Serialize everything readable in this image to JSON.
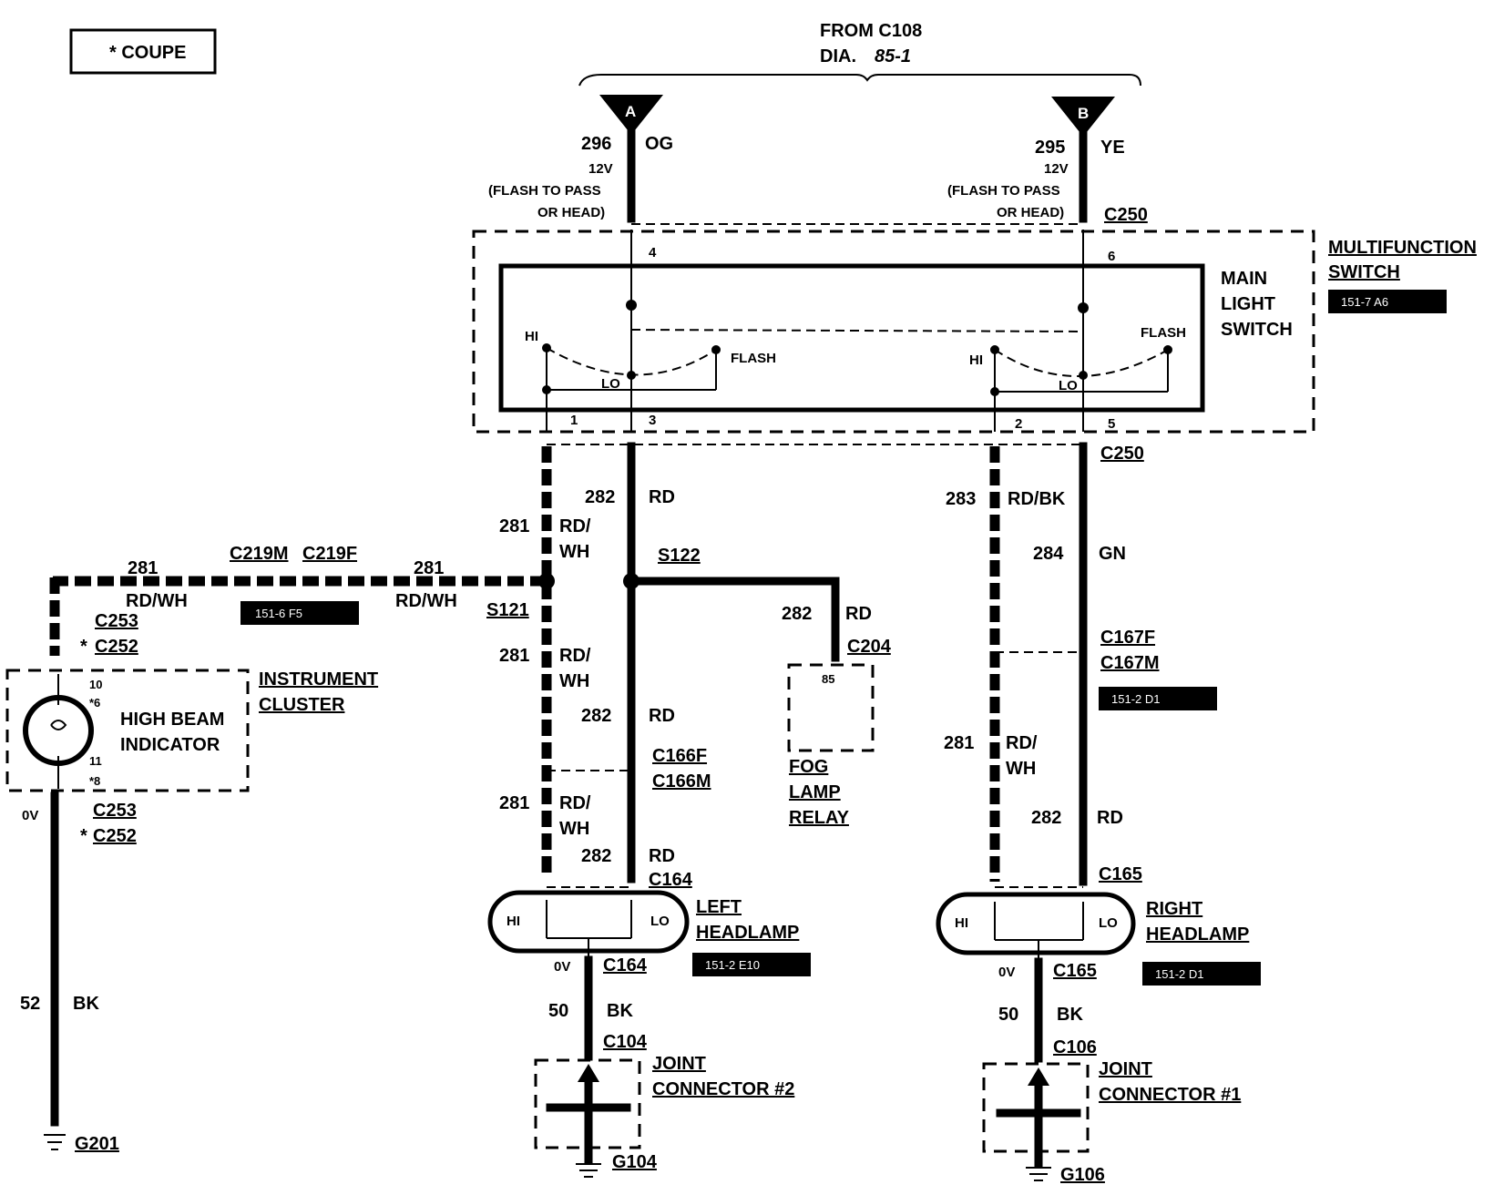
{
  "legend": {
    "label": "* COUPE"
  },
  "source": {
    "line1": "FROM C108",
    "line2": "DIA.",
    "line2_ref": "85-1"
  },
  "connectors": {
    "a": {
      "letter": "A",
      "circuit": "296",
      "color": "OG",
      "voltage": "12V",
      "note1": "(FLASH TO PASS",
      "note2": "OR HEAD)"
    },
    "b": {
      "letter": "B",
      "circuit": "295",
      "color": "YE",
      "voltage": "12V",
      "note1": "(FLASH TO PASS",
      "note2": "OR HEAD)"
    },
    "c250_top": "C250",
    "c250_bottom": "C250"
  },
  "multifunction_switch": {
    "label1": "MULTIFUNCTION",
    "label2": "SWITCH",
    "ref": "151-7 A6",
    "main_light_switch": [
      "MAIN",
      "LIGHT",
      "SWITCH"
    ],
    "left": {
      "hi": "HI",
      "lo": "LO",
      "flash": "FLASH"
    },
    "right": {
      "hi": "HI",
      "lo": "LO",
      "flash": "FLASH"
    },
    "pins": {
      "p4": "4",
      "p6": "6",
      "p1": "1",
      "p3": "3",
      "p2": "2",
      "p5": "5"
    }
  },
  "left_wires": {
    "w281a_num": "281",
    "w281a_col1": "RD/",
    "w281a_col2": "WH",
    "w282a_num": "282",
    "w282a_col": "RD",
    "s121": "S121",
    "s122": "S122",
    "w281b_num": "281",
    "w281b_col1": "RD/",
    "w281b_col2": "WH",
    "w282b_num": "282",
    "w282b_col": "RD",
    "c166f": "C166F",
    "c166m": "C166M",
    "w281c_num": "281",
    "w281c_col1": "RD/",
    "w281c_col2": "WH",
    "w282c_num": "282",
    "w282c_col": "RD",
    "c164_top": "C164"
  },
  "horizontal_281": {
    "num_left": "281",
    "num_right": "281",
    "col_left": "RD/WH",
    "col_right": "RD/WH",
    "c219m": "C219M",
    "c219f": "C219F",
    "ref": "151-6 F5"
  },
  "fog_branch": {
    "num": "282",
    "col": "RD",
    "c204": "C204",
    "pin": "85",
    "label": [
      "FOG",
      "LAMP",
      "RELAY"
    ]
  },
  "cluster": {
    "label1": "INSTRUMENT",
    "label2": "CLUSTER",
    "indicator1": "HIGH BEAM",
    "indicator2": "INDICATOR",
    "c253_top": "C253",
    "c252_top": "C252",
    "star": "*",
    "pin10": "10",
    "pin6": "*6",
    "pin11": "11",
    "pin8": "*8",
    "zero_v": "0V",
    "c253_bottom": "C253",
    "c252_bottom": "C252",
    "ground_num": "52",
    "ground_col": "BK",
    "ground": "G201"
  },
  "left_headlamp": {
    "hi": "HI",
    "lo": "LO",
    "label1": "LEFT",
    "label2": "HEADLAMP",
    "ref": "151-2 E10",
    "zero_v": "0V",
    "c164": "C164",
    "w_num": "50",
    "w_col": "BK",
    "c104": "C104",
    "jc1": "JOINT",
    "jc2": "CONNECTOR #2",
    "ground": "G104"
  },
  "right_wires": {
    "w283_num": "283",
    "w283_col": "RD/BK",
    "w284_num": "284",
    "w284_col": "GN",
    "c167f": "C167F",
    "c167m": "C167M",
    "ref": "151-2 D1",
    "w281_num": "281",
    "w281_col1": "RD/",
    "w281_col2": "WH",
    "w282_num": "282",
    "w282_col": "RD",
    "c165_top": "C165"
  },
  "right_headlamp": {
    "hi": "HI",
    "lo": "LO",
    "label1": "RIGHT",
    "label2": "HEADLAMP",
    "ref": "151-2 D1",
    "zero_v": "0V",
    "c165": "C165",
    "w_num": "50",
    "w_col": "BK",
    "c106": "C106",
    "jc1": "JOINT",
    "jc2": "CONNECTOR #1",
    "ground": "G106"
  }
}
